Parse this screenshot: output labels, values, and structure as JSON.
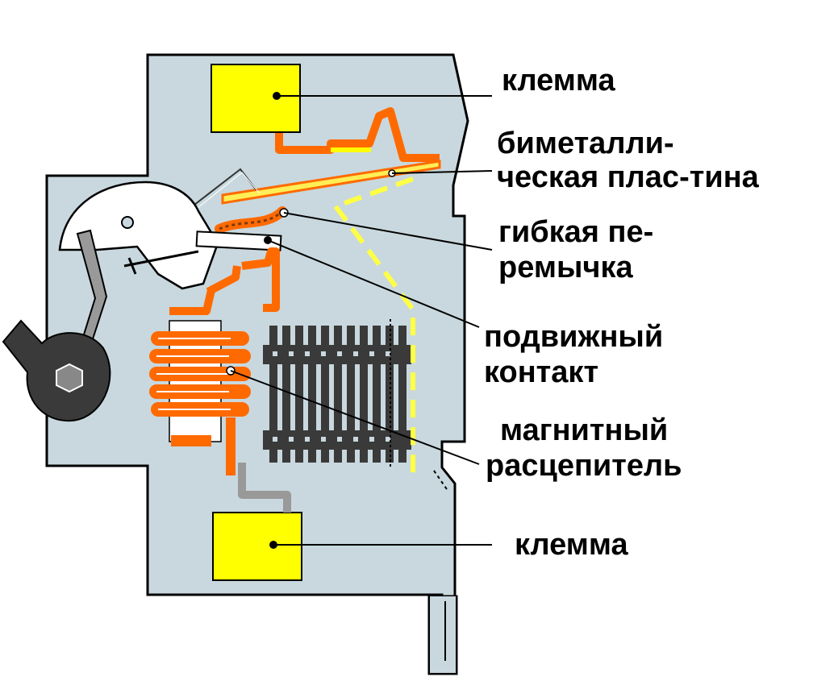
{
  "labels": {
    "terminal_top": "клемма",
    "bimetal_line1": "биметалли-",
    "bimetal_line2": "ческая плас-тина",
    "flex_line1": "гибкая пе-",
    "flex_line2": "ремычка",
    "contact_line1": "подвижный",
    "contact_line2": "контакт",
    "magnetic_line1": "магнитный",
    "magnetic_line2": "расцепитель",
    "terminal_bottom": "клемма"
  },
  "colors": {
    "housing": "#c8d8de",
    "terminal": "#ffff00",
    "coil": "#ff6a00",
    "coil_outline": "#ffffff",
    "handle": "#3a3a3a",
    "arc_chute": "#3a3a3a",
    "dashed_path": "#ffff44",
    "leader": "#000000"
  }
}
